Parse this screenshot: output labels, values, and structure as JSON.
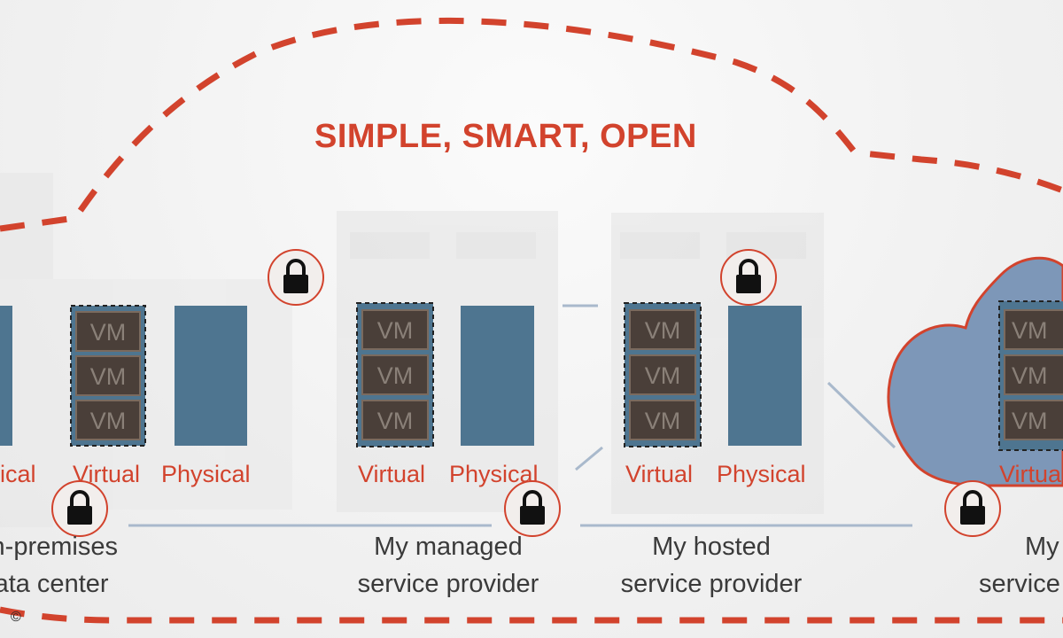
{
  "title": "SIMPLE, SMART, OPEN",
  "labels": {
    "virtual": "Virtual",
    "physical": "Physical",
    "vm": "VM",
    "cut_virtual_left": "ical",
    "cut_virtual_right": "Virtua"
  },
  "captions": {
    "on_prem_line1": "On-premises",
    "on_prem_line2": "data center",
    "managed_line1": "My managed",
    "managed_line2": "service provider",
    "hosted_line1": "My hosted",
    "hosted_line2": "service provider",
    "public_line1": "My",
    "public_line2": "service"
  },
  "copyright": "©",
  "colors": {
    "accent_red": "#d2432d",
    "server_blue": "#4e7590",
    "vm_dark": "#4a3f39",
    "cloud_blue": "#7d97b8",
    "connector": "#a9b9cc"
  }
}
